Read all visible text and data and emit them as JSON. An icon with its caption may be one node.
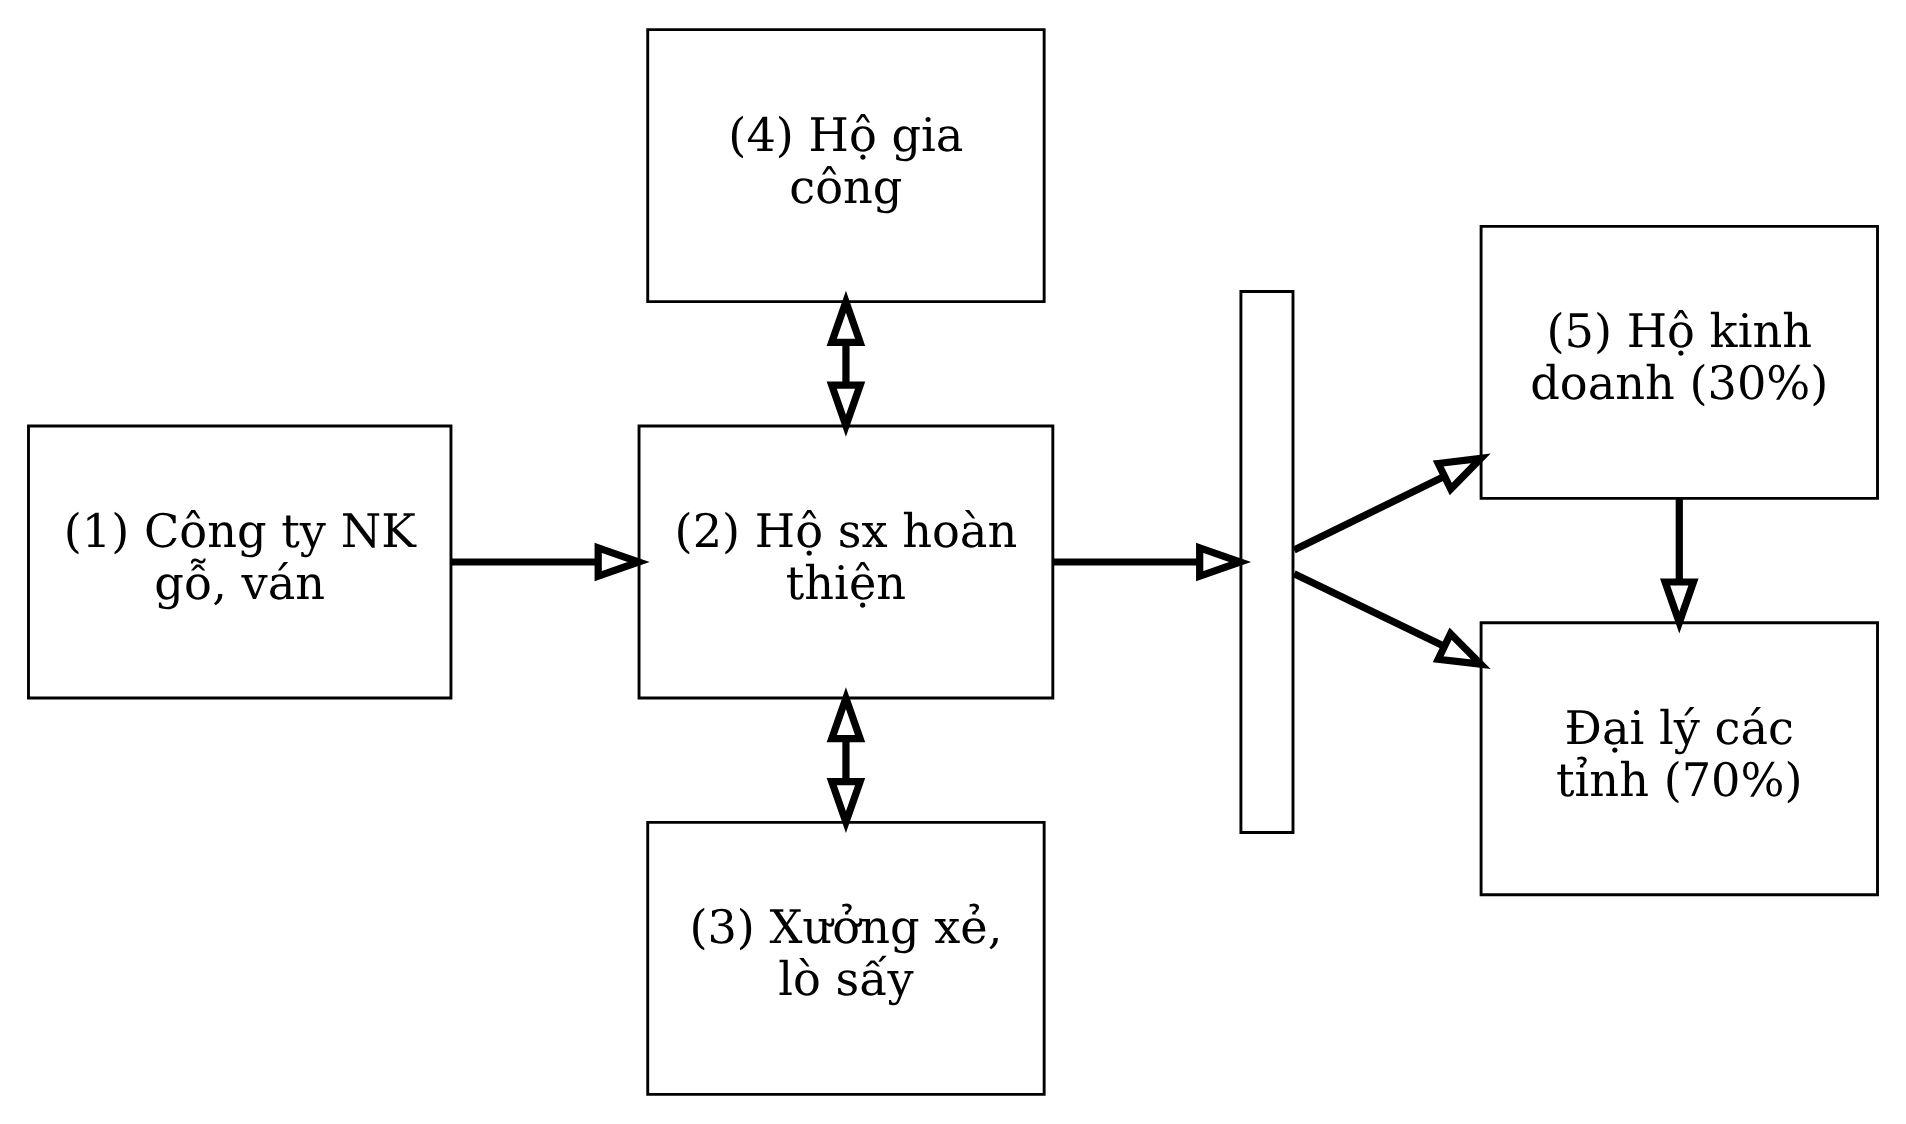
{
  "diagram": {
    "nodes": [
      {
        "text": [
          "(4) Hộ gia công"
        ]
      },
      {
        "text": [
          "(1) Công ty NK gỗ, ván"
        ]
      },
      {
        "text": [
          "(2) Hộ sx hoàn thiện"
        ]
      },
      {
        "text": [],
        "shape": "bar"
      },
      {
        "text": [
          "Đại lý các tỉnh (70%)"
        ]
      },
      {
        "text": [
          "(5) Hộ kinh doanh (30%)"
        ]
      },
      {
        "text": [
          "(3) Xưởng xẻ, lò sấy"
        ]
      }
    ],
    "edges": [
      {
        "from": 1,
        "to": 2,
        "arrow": "to"
      },
      {
        "from": 0,
        "to": 2,
        "arrow": "both"
      },
      {
        "from": 2,
        "to": 6,
        "arrow": "both"
      },
      {
        "from": 2,
        "to": 3,
        "arrow": "to"
      },
      {
        "from": 3,
        "to": 4,
        "arrow": "to"
      },
      {
        "from": 3,
        "to": 5,
        "arrow": "to"
      },
      {
        "from": 5,
        "to": 4,
        "arrow": "to"
      }
    ]
  }
}
